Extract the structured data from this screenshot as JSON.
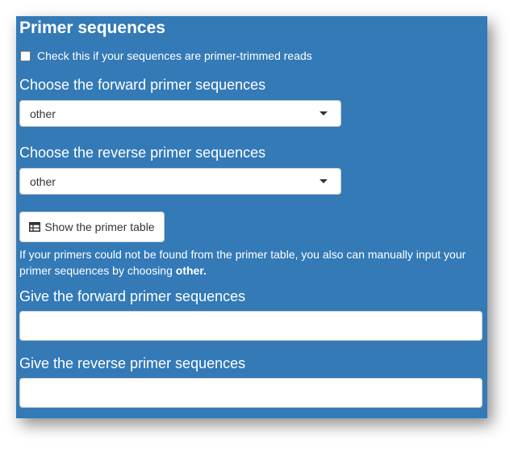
{
  "section": {
    "title": "Primer sequences"
  },
  "checkbox": {
    "label": "Check this if your sequences are primer-trimmed reads",
    "checked": false
  },
  "forward_select": {
    "label": "Choose the forward primer sequences",
    "value": "other"
  },
  "reverse_select": {
    "label": "Choose the reverse primer sequences",
    "value": "other"
  },
  "primer_table_button": {
    "label": "Show the primer table",
    "icon": "table-icon"
  },
  "help": {
    "text": "If your primers could not be found from the primer table, you also can manually input your primer sequences by choosing ",
    "emphasis": "other."
  },
  "forward_input": {
    "label": "Give the forward primer sequences",
    "value": ""
  },
  "reverse_input": {
    "label": "Give the reverse primer sequences",
    "value": ""
  },
  "colors": {
    "panel_background": "#337ab7",
    "text": "#ffffff"
  }
}
